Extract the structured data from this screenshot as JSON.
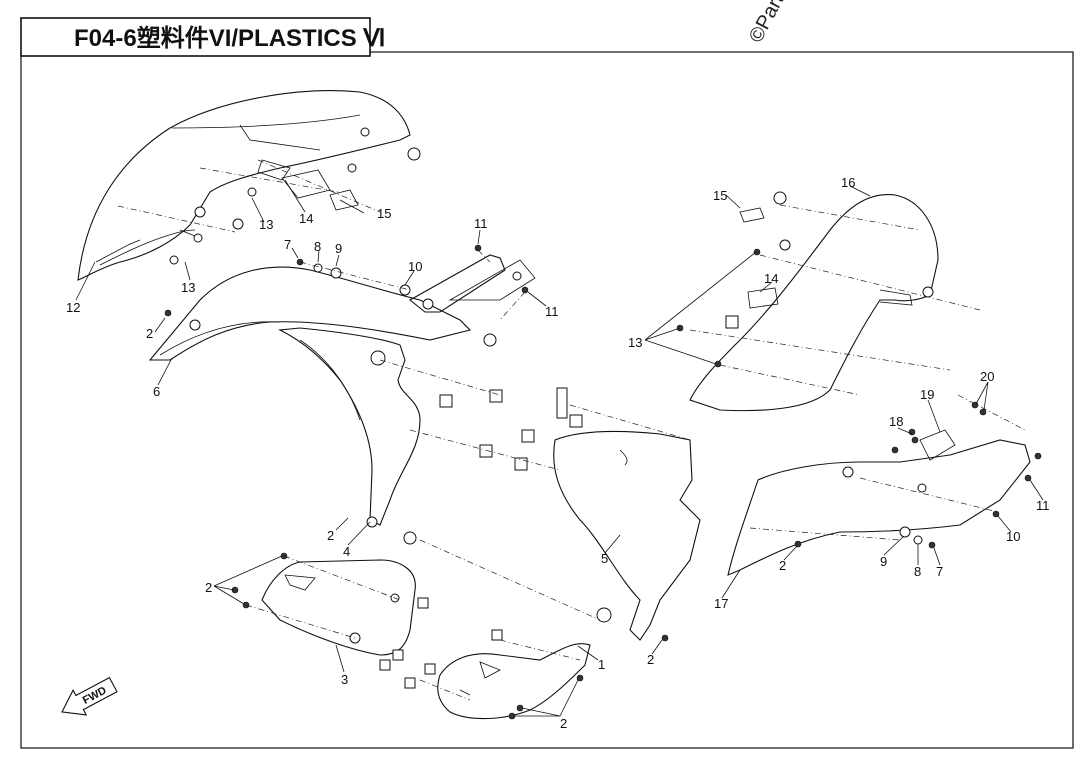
{
  "header": {
    "title": "F04-6塑料件VI/PLASTICS Ⅵ",
    "watermark": "©Partz"
  },
  "fwd_label": "FWD",
  "callouts": [
    {
      "id": "c12",
      "label": "12"
    },
    {
      "id": "c13a",
      "label": "13"
    },
    {
      "id": "c13b",
      "label": "13"
    },
    {
      "id": "c14a",
      "label": "14"
    },
    {
      "id": "c15a",
      "label": "15"
    },
    {
      "id": "c7a",
      "label": "7"
    },
    {
      "id": "c8a",
      "label": "8"
    },
    {
      "id": "c9a",
      "label": "9"
    },
    {
      "id": "c10a",
      "label": "10"
    },
    {
      "id": "c11a",
      "label": "11"
    },
    {
      "id": "c11b",
      "label": "11"
    },
    {
      "id": "c2a",
      "label": "2"
    },
    {
      "id": "c6",
      "label": "6"
    },
    {
      "id": "c2b",
      "label": "2"
    },
    {
      "id": "c4",
      "label": "4"
    },
    {
      "id": "c5",
      "label": "5"
    },
    {
      "id": "c2c",
      "label": "2"
    },
    {
      "id": "c3",
      "label": "3"
    },
    {
      "id": "c1",
      "label": "1"
    },
    {
      "id": "c2d",
      "label": "2"
    },
    {
      "id": "c2e",
      "label": "2"
    },
    {
      "id": "c15b",
      "label": "15"
    },
    {
      "id": "c16",
      "label": "16"
    },
    {
      "id": "c14b",
      "label": "14"
    },
    {
      "id": "c13c",
      "label": "13"
    },
    {
      "id": "c19",
      "label": "19"
    },
    {
      "id": "c20",
      "label": "20"
    },
    {
      "id": "c18",
      "label": "18"
    },
    {
      "id": "c11c",
      "label": "11"
    },
    {
      "id": "c10b",
      "label": "10"
    },
    {
      "id": "c9b",
      "label": "9"
    },
    {
      "id": "c8b",
      "label": "8"
    },
    {
      "id": "c7b",
      "label": "7"
    },
    {
      "id": "c2f",
      "label": "2"
    },
    {
      "id": "c17",
      "label": "17"
    }
  ]
}
